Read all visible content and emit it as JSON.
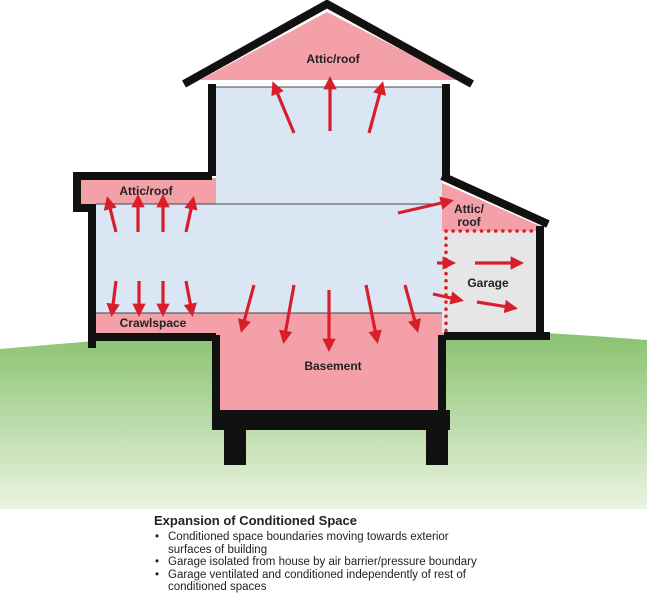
{
  "labels": {
    "attic_main": "Attic/roof",
    "attic_left": "Attic/roof",
    "attic_right_line1": "Attic/",
    "attic_right_line2": "roof",
    "crawlspace": "Crawlspace",
    "basement": "Basement",
    "garage": "Garage"
  },
  "caption": {
    "title": "Expansion of Conditioned Space",
    "bullets": [
      "Conditioned space boundaries moving towards exterior surfaces of building",
      "Garage isolated from house by air barrier/pressure boundary",
      "Garage ventilated and conditioned independently of rest of conditioned spaces"
    ]
  },
  "colors": {
    "conditioned": "#dbe6f4",
    "expanded": "#f4a0a8",
    "arrow": "#d81e2b",
    "wall": "#111111",
    "garage_fill": "#e6e6e6",
    "ground_top": "#8dc475",
    "ground_bottom": "#e9f3df"
  }
}
